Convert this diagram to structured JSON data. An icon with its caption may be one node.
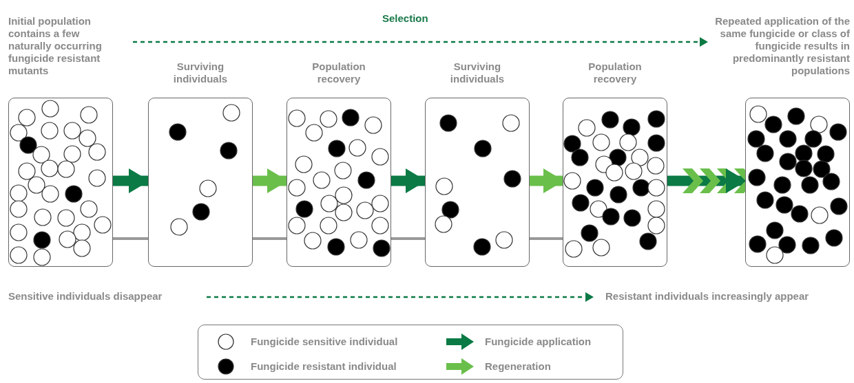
{
  "diagram": {
    "nodes": [
      {
        "text": [
          "Initial population contains a few naturally occurring fungicide resistant mutants"
        ]
      },
      {
        "text": [
          "Surviving individuals"
        ]
      },
      {
        "text": [
          "Population recovery"
        ]
      },
      {
        "text": [
          "Surviving individuals"
        ]
      },
      {
        "text": [
          "Population recovery"
        ]
      },
      {
        "text": [
          "Repeated application of the same fungicide or class of fungicide results in predominantly resistant populations"
        ]
      }
    ],
    "edges": [
      {
        "from": 0,
        "to": 1,
        "arrow": "to",
        "color": "#0b7a45"
      },
      {
        "from": 1,
        "to": 2,
        "arrow": "to",
        "color": "#6abf4b"
      },
      {
        "from": 2,
        "to": 3,
        "arrow": "to",
        "color": "#0b7a45"
      },
      {
        "from": 3,
        "to": 4,
        "arrow": "to",
        "color": "#6abf4b"
      },
      {
        "from": 4,
        "to": 5,
        "arrow": "to",
        "color": "#0b7a45"
      },
      {
        "from": 0,
        "to": 1,
        "arrow": "none",
        "color": "#999999"
      },
      {
        "from": 1,
        "to": 2,
        "arrow": "none",
        "color": "#999999"
      },
      {
        "from": 2,
        "to": 3,
        "arrow": "none",
        "color": "#999999"
      },
      {
        "from": 3,
        "to": 4,
        "arrow": "none",
        "color": "#999999"
      }
    ],
    "labels": [
      "Selection",
      "Sensitive individuals disappear",
      "Resistant individuals increasingly appear"
    ],
    "legend": [
      {
        "text": "Fungicide sensitive individual"
      },
      {
        "text": "Fungicide resistant individual"
      },
      {
        "text": "Fungicide application"
      },
      {
        "text": "Regeneration"
      }
    ]
  }
}
